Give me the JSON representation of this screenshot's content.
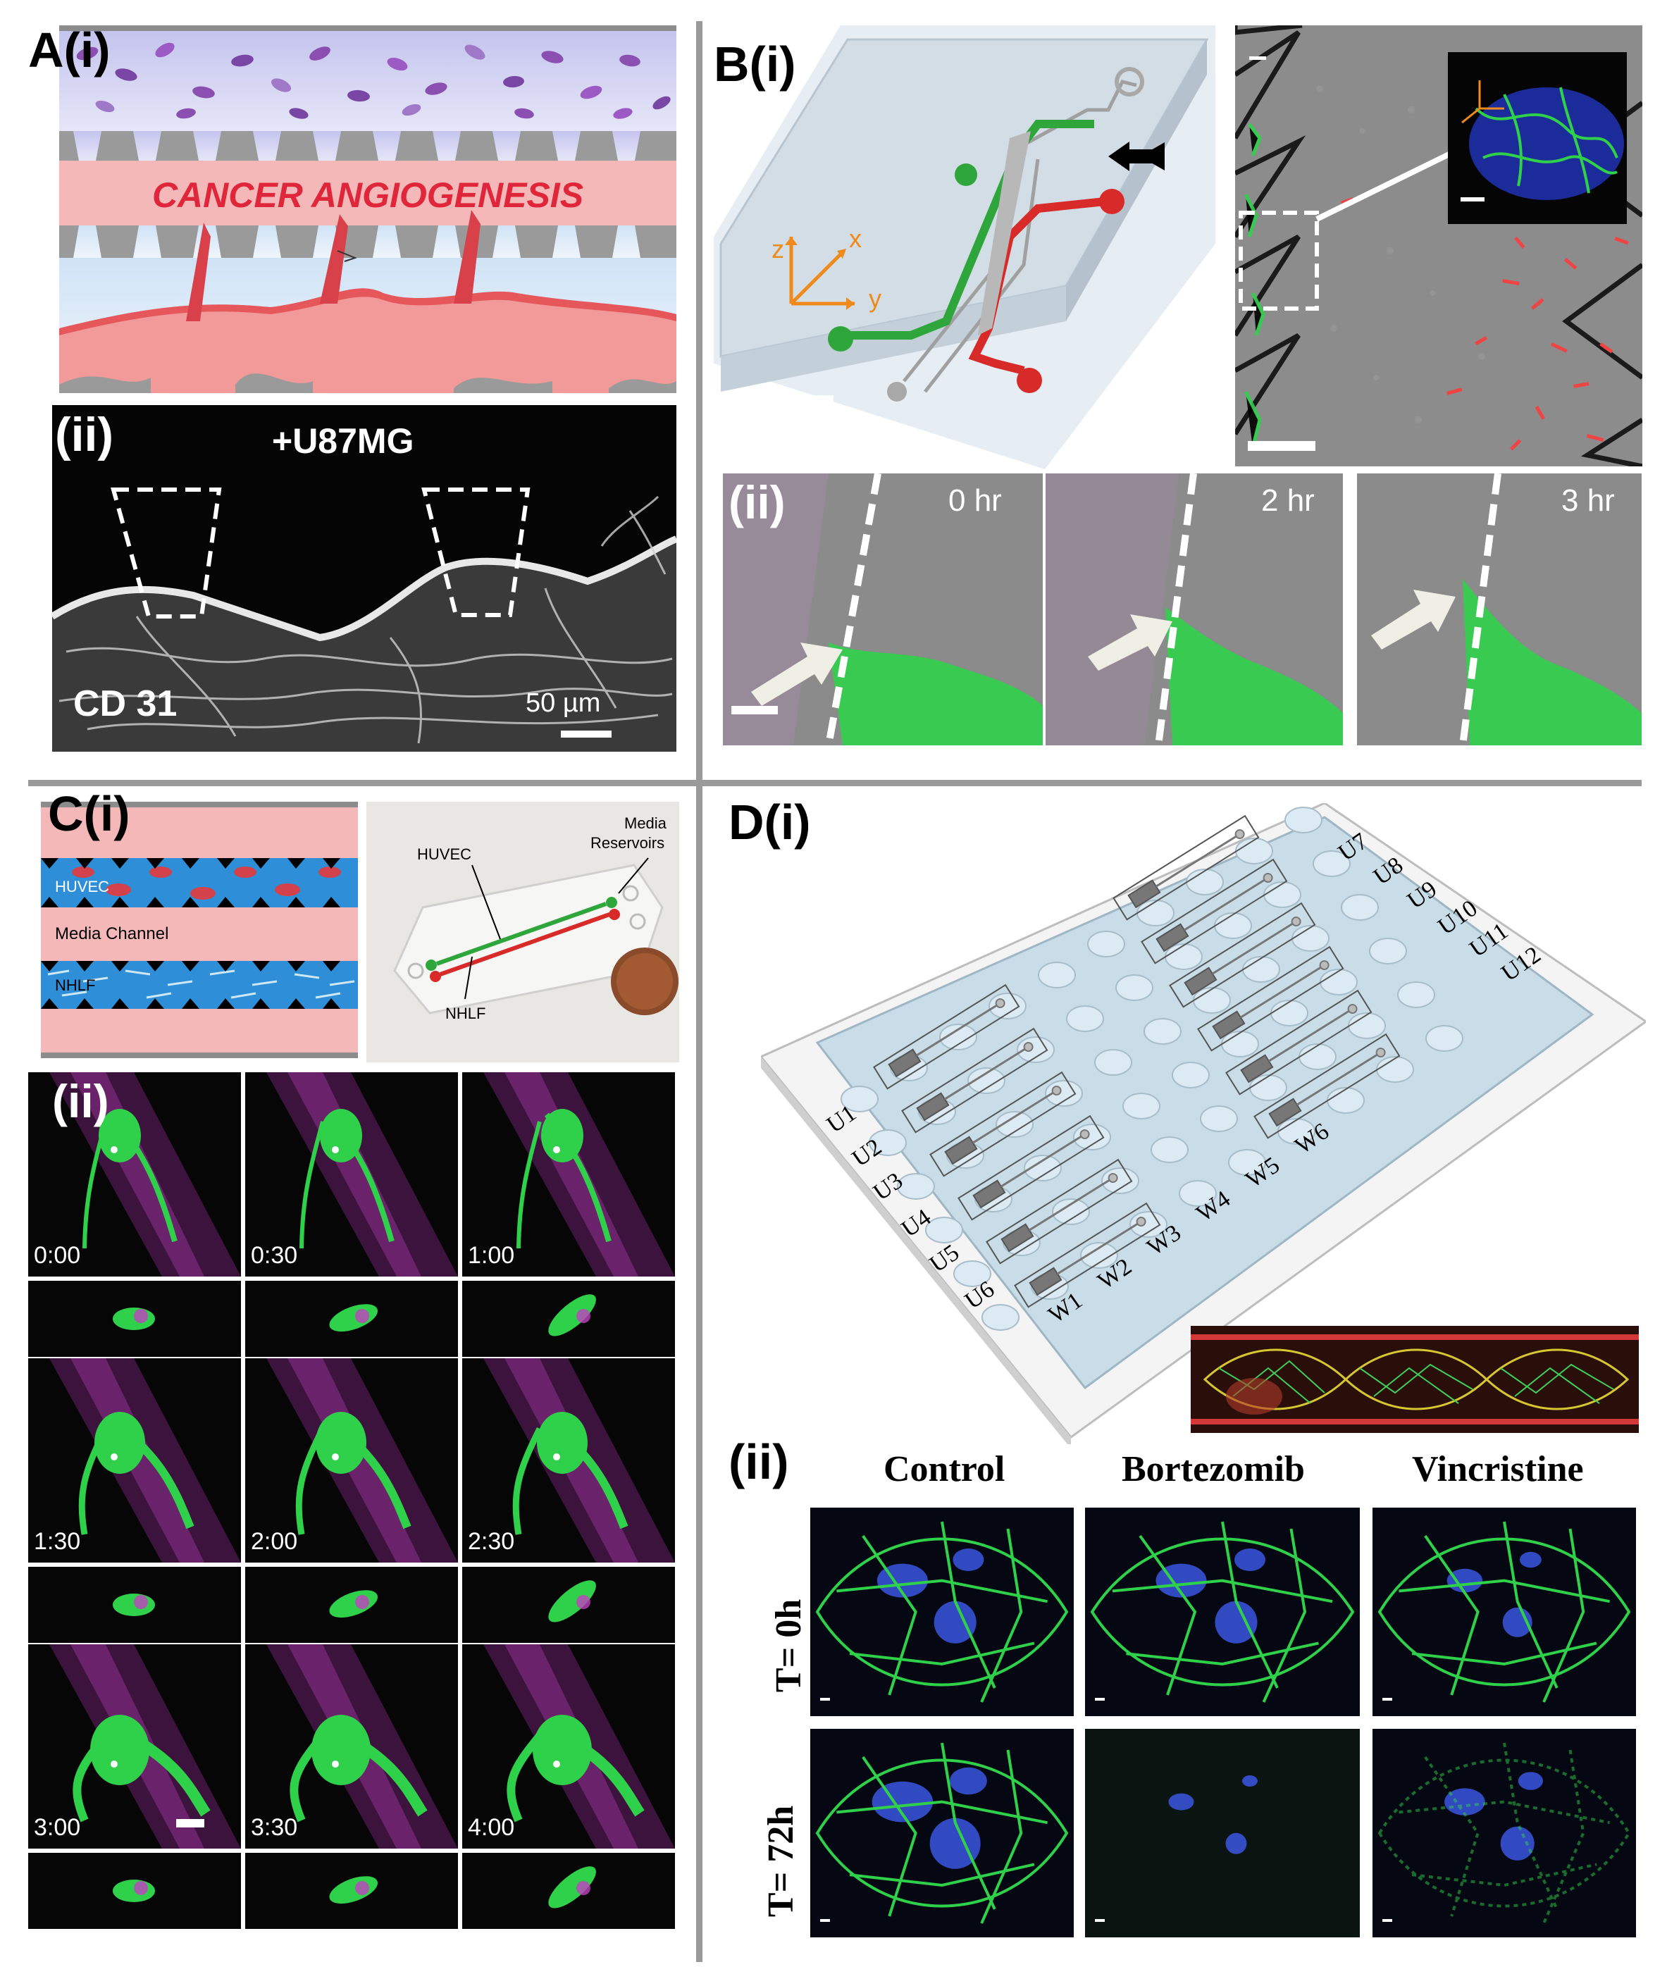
{
  "labels": {
    "a_i": "A(i)",
    "a_ii": "(ii)",
    "b_i": "B(i)",
    "b_ii": "(ii)",
    "c_i": "C(i)",
    "c_ii": "(ii)",
    "d_i": "D(i)",
    "d_ii": "(ii)"
  },
  "panel_a": {
    "banner": "CANCER ANGIOGENESIS",
    "cell_line": "+U87MG",
    "marker": "CD 31",
    "scale": "50 µm"
  },
  "panel_b": {
    "axes": {
      "x": "x",
      "y": "y",
      "z": "z"
    },
    "timepoints": [
      "0 hr",
      "2 hr",
      "3 hr"
    ]
  },
  "panel_c": {
    "schematic": {
      "huvec": "HUVEC",
      "media_channel": "Media Channel",
      "nhlf": "NHLF"
    },
    "photo": {
      "huvec": "HUVEC",
      "media_reservoirs_1": "Media",
      "media_reservoirs_2": "Reservoirs",
      "nhlf": "NHLF"
    },
    "timepoints": [
      "0:00",
      "0:30",
      "1:00",
      "1:30",
      "2:00",
      "2:30",
      "3:00",
      "3:30",
      "4:00"
    ]
  },
  "panel_d": {
    "u_labels": [
      "U1",
      "U2",
      "U3",
      "U4",
      "U5",
      "U6",
      "U7",
      "U8",
      "U9",
      "U10",
      "U11",
      "U12"
    ],
    "w_labels": [
      "W1",
      "W2",
      "W3",
      "W4",
      "W5",
      "W6"
    ],
    "columns": [
      "Control",
      "Bortezomib",
      "Vincristine"
    ],
    "rows": [
      "T= 0h",
      "T= 72h"
    ]
  },
  "colors": {
    "cancer_text": "#e0263a",
    "pink_channel": "#f5b8b8",
    "vessel_red": "#e5575b",
    "cell_purple": "#8a4fb0",
    "gfp_green": "#2fd04a",
    "magenta": "#d84ad8",
    "dapi_blue": "#3b56e0",
    "axis_orange": "#f08a1a",
    "divider_gray": "#9a9a9a"
  }
}
